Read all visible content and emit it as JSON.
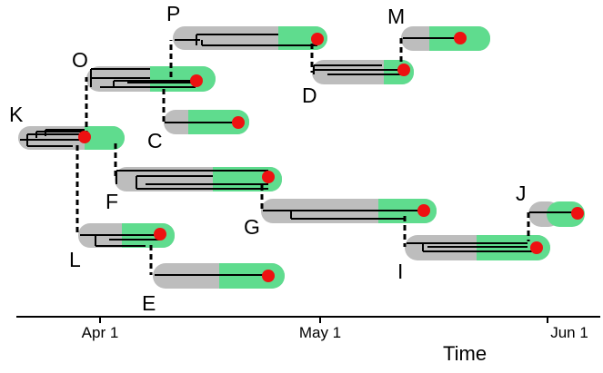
{
  "axis": {
    "ticks": [
      "Apr 1",
      "May 1",
      "Jun 1"
    ],
    "title": "Time"
  },
  "nodes": [
    "K",
    "O",
    "P",
    "M",
    "D",
    "C",
    "F",
    "G",
    "J",
    "I",
    "L",
    "E"
  ],
  "colors": {
    "history": "#bdbdbd",
    "recent": "#5fdc8e",
    "tip": "#ee1111",
    "line": "#000000"
  }
}
